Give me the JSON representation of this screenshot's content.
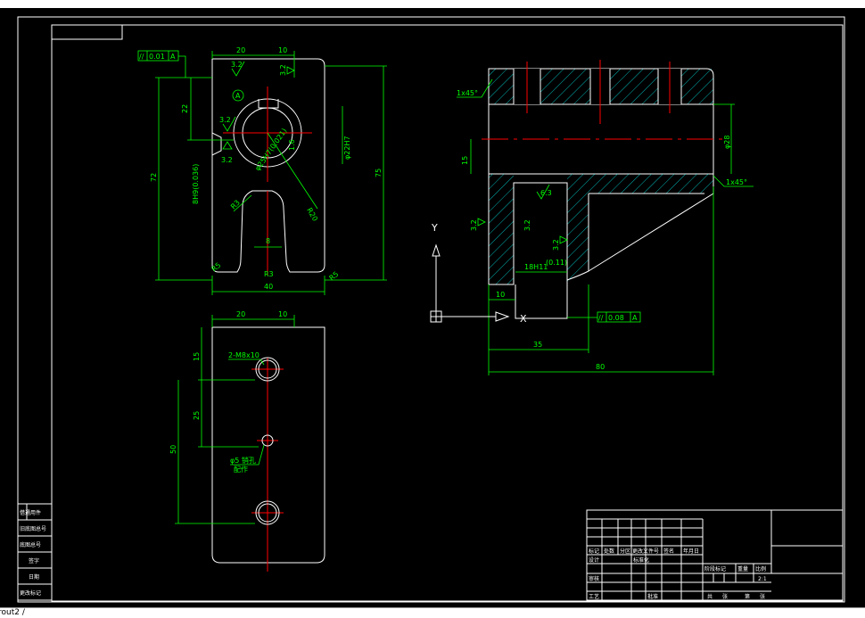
{
  "window": {
    "top_bar_color": "#ffffff",
    "background": "#000000"
  },
  "colors": {
    "outline": "#ffffff",
    "dimension": "#00ff00",
    "centerline": "#ff0000",
    "hatch": "#00ffff"
  },
  "layout_tab": {
    "label": "rout2 /"
  },
  "front_view": {
    "dims": {
      "top_width_left": "20",
      "top_width_right": "10",
      "height_total": "72",
      "height_right": "75",
      "bottom_width": "40",
      "slot_width": "8",
      "upper_offset": "22",
      "radius_r3_left": "R3",
      "radius_r3_bottom": "R3",
      "radius_r20": "R20",
      "radius_r5_left": "R5",
      "radius_r5_right": "R5",
      "bore": "φ22H7",
      "bore_extra": "φ25H7(0.021)",
      "fit_side": "8H9(0.036)",
      "angle_label": "A",
      "chamfer_small": "1.6"
    },
    "roughness": {
      "top_left": "3.2",
      "top_right": "3.2",
      "side_a": "3.2",
      "side_b": "3.2"
    },
    "tolerance_frame": {
      "symbol": "//",
      "value": "0.01",
      "datum": "A"
    }
  },
  "bottom_view": {
    "dims": {
      "top_left": "20",
      "top_right": "10",
      "pitch1": "15",
      "pitch2": "25",
      "total": "50"
    },
    "thread_callout": "2-M8x10",
    "pin_callout": "φ5 销孔",
    "pin_callout2": "配作"
  },
  "section_view": {
    "dims": {
      "chamfer_top": "1x45°",
      "chamfer_bottom": "1x45°",
      "bore_dia": "φ28",
      "height": "15",
      "slot_fit": "18H11",
      "slot_fit_tol": "(0.11)",
      "offset": "10",
      "width_35": "35",
      "width_80": "80"
    },
    "roughness": {
      "r1": "6.3",
      "r2": "3.2",
      "r3": "3.2",
      "r4": "3.2"
    },
    "tolerance_frame": {
      "symbol": "//",
      "value": "0.08",
      "datum": "A"
    },
    "axis_label_y": "Y",
    "axis_label_x": "X"
  },
  "title_block": {
    "header_cells": [
      "标记",
      "处数",
      "分区",
      "更改文件号",
      "签名",
      "年月日"
    ],
    "left_rows": [
      "设计",
      "标准化"
    ],
    "left_rows2": [
      "审核",
      "工艺"
    ],
    "approve": "批准",
    "stage_labels": [
      "阶段标记",
      "重量",
      "比例"
    ],
    "scale_value": "2:1",
    "sheet_labels": [
      "共",
      "张",
      "第",
      "张"
    ]
  },
  "side_table": {
    "rows": [
      "借通用件",
      "旧底图总号",
      "底图总号",
      "签字",
      "日期",
      "更改标记"
    ]
  }
}
